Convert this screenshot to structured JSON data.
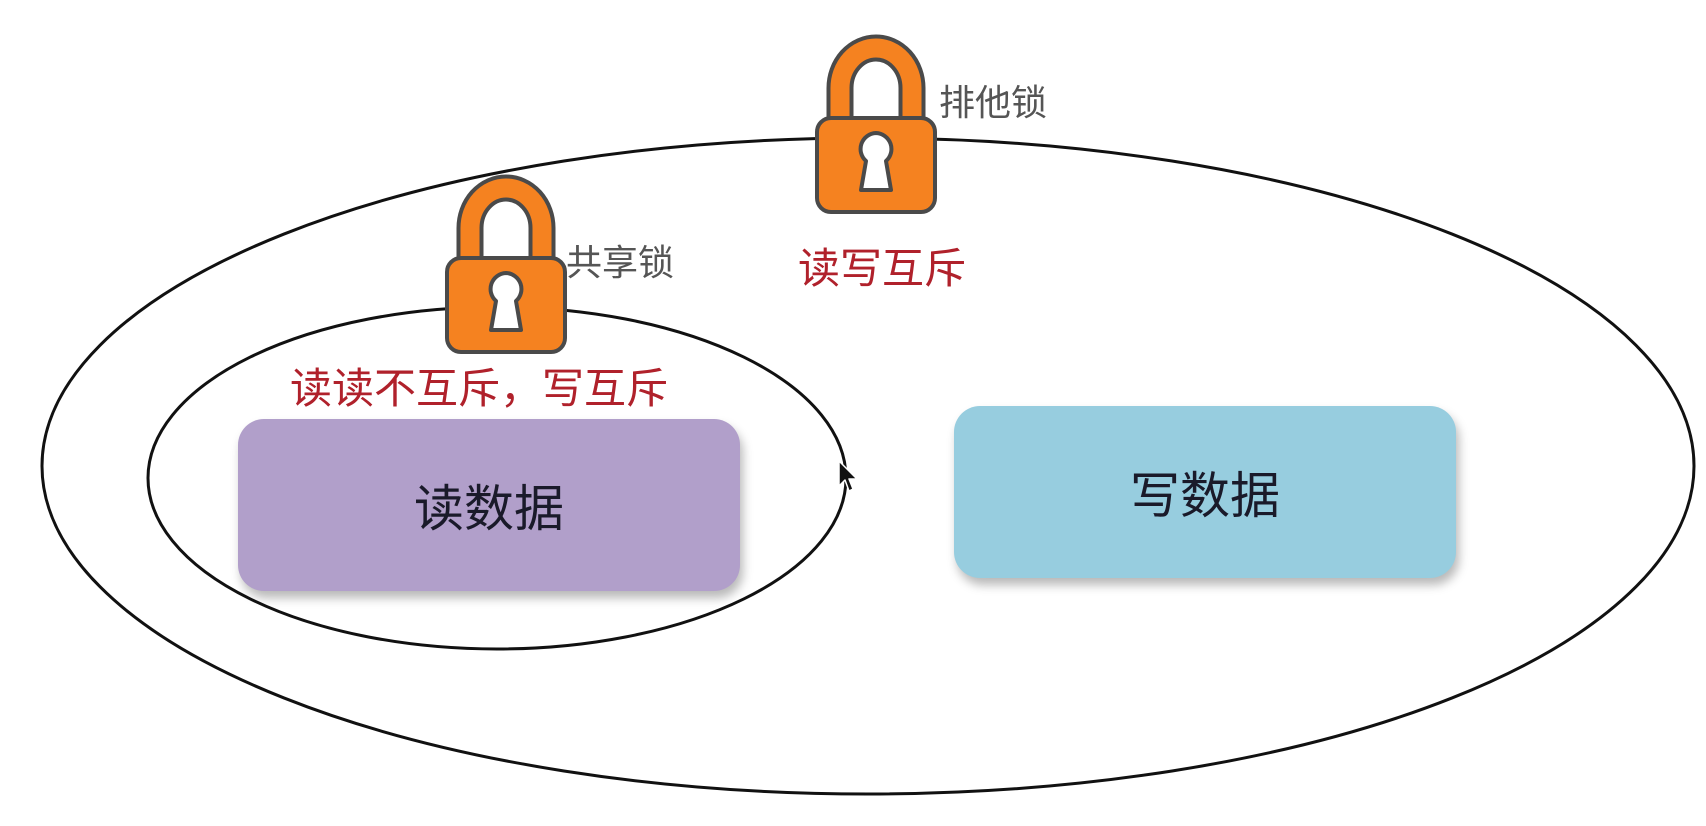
{
  "exclusive_lock": {
    "label": "排他锁",
    "rule": "读写互斥"
  },
  "shared_lock": {
    "label": "共享锁",
    "rule": "读读不互斥，写互斥"
  },
  "boxes": {
    "read": "读数据",
    "write": "写数据"
  },
  "colors": {
    "lock_body": "#f58220",
    "lock_outline": "#4a4a4a",
    "rule_text": "#b0212b",
    "read_box": "#b19fca",
    "write_box": "#97cddf"
  },
  "icons": [
    "padlock-icon",
    "cursor-icon"
  ]
}
